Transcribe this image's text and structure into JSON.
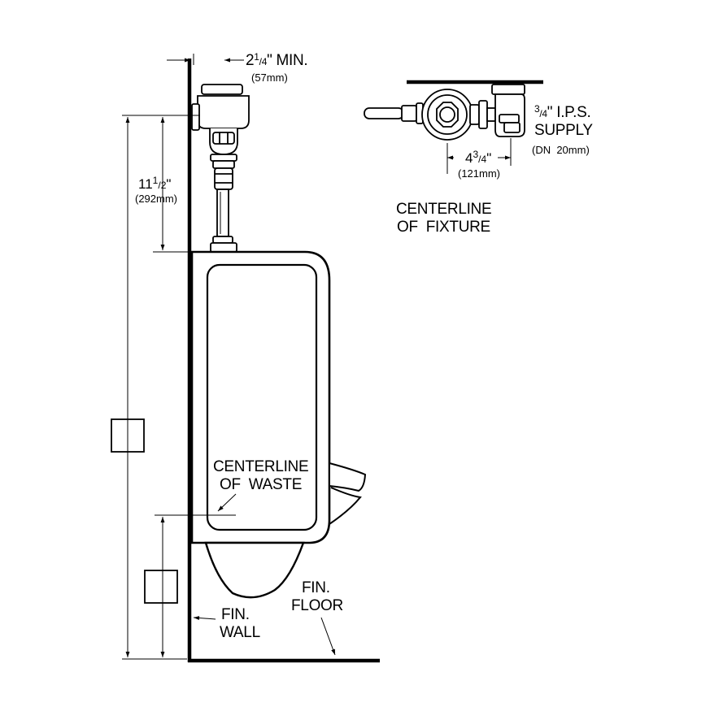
{
  "dimensions": {
    "min_clearance": {
      "whole": "2",
      "num": "1",
      "den": "4",
      "suffix": "\" MIN.",
      "metric": "(57mm)"
    },
    "height": {
      "whole": "11",
      "num": "1",
      "den": "2",
      "suffix": "\"",
      "metric": "(292mm)"
    },
    "offset": {
      "whole": "4",
      "num": "3",
      "den": "4",
      "suffix": "\"",
      "metric": "(121mm)"
    }
  },
  "supply": {
    "size": {
      "num": "3",
      "den": "4",
      "suffix": "\" I.P.S."
    },
    "line2": "SUPPLY",
    "metric": "(DN  20mm)"
  },
  "labels": {
    "centerline_fixture": [
      "CENTERLINE",
      "OF  FIXTURE"
    ],
    "centerline_waste": [
      "CENTERLINE",
      "OF  WASTE"
    ],
    "fin_wall": [
      "FIN.",
      "WALL"
    ],
    "fin_floor": [
      "FIN.",
      "FLOOR"
    ]
  }
}
